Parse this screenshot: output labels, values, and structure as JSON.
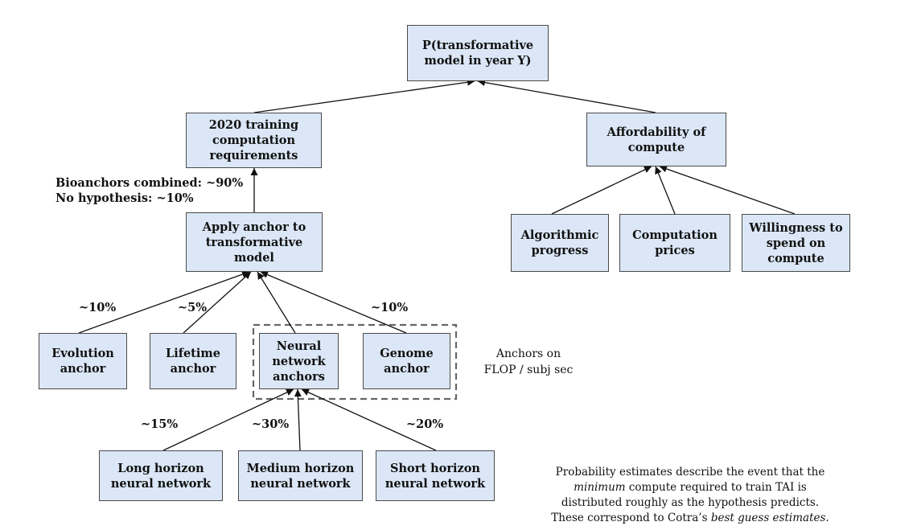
{
  "nodes": {
    "root": "P(transformative\nmodel in year Y)",
    "training": "2020 training\ncomputation\nrequirements",
    "affordability": "Affordability of\ncompute",
    "apply": "Apply anchor to\ntransformative\nmodel",
    "algorithmic": "Algorithmic\nprogress",
    "prices": "Computation\nprices",
    "willingness": "Willingness to\nspend on\ncompute",
    "evolution": "Evolution\nanchor",
    "lifetime": "Lifetime\nanchor",
    "neural": "Neural\nnetwork\nanchors",
    "genome": "Genome\nanchor",
    "long": "Long horizon\nneural network",
    "medium": "Medium horizon\nneural network",
    "short": "Short horizon\nneural network"
  },
  "labels": {
    "bioanchors": "Bioanchors combined: ~90%\nNo hypothesis: ~10%",
    "evolution_pct": "~10%",
    "lifetime_pct": "~5%",
    "genome_pct": "~10%",
    "long_pct": "~15%",
    "medium_pct": "~30%",
    "short_pct": "~20%"
  },
  "group_label": "Anchors on\nFLOP / subj sec",
  "footnote": {
    "line1": "Probability estimates describe the event that the",
    "line2_em": "minimum",
    "line2_rest": " compute required to train TAI is",
    "line3": "distributed roughly as the hypothesis predicts.",
    "line4_pre": "These correspond to Cotra’s ",
    "line4_em": "best guess estimates."
  },
  "colors": {
    "node_fill": "#dbe7f6",
    "node_border": "#4a4a4a",
    "edge": "#111111",
    "dashed_group": "#666666"
  }
}
